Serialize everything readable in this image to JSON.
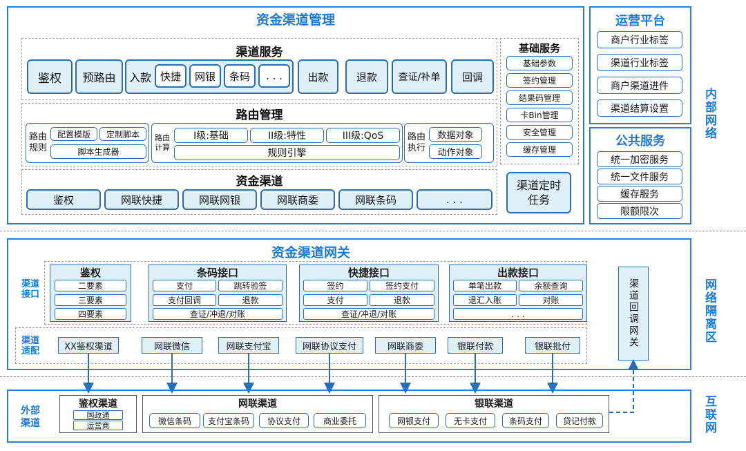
{
  "top": {
    "title": "资金渠道管理",
    "channel_service": {
      "title": "渠道服务",
      "auth": "鉴权",
      "pre_route": "预路由",
      "inbound": "入款",
      "inbound_items": [
        "快捷",
        "网银",
        "条码",
        ". . ."
      ],
      "outbound": "出款",
      "refund": "退款",
      "verify": "查证/补单",
      "callback": "回调"
    },
    "routing": {
      "title": "路由管理",
      "rule_label": "路由\n规则",
      "config_template": "配置模版",
      "custom_script": "定制脚本",
      "script_generator": "脚本生成器",
      "calc_label": "路由\n计算",
      "level1": "I级:基础",
      "level2": "II级:特性",
      "level3": "III级:QoS",
      "rule_engine": "规则引擎",
      "exec_label": "路由\n执行",
      "data_object": "数据对象",
      "action_object": "动作对象"
    },
    "fund_channel": {
      "title": "资金渠道",
      "items": [
        "鉴权",
        "网联快捷",
        "网联网银",
        "网联商委",
        "网联条码",
        ". . ."
      ]
    },
    "basic_services": {
      "title": "基础服务",
      "items": [
        "基础参数",
        "签约管理",
        "结果码管理",
        "卡Bin管理",
        "安全管理",
        "缓存管理"
      ]
    },
    "scheduled_task": "渠道定时任务"
  },
  "ops_platform": {
    "title": "运营平台",
    "items": [
      "商户行业标签",
      "渠道行业标签",
      "商户渠道进件",
      "渠道结算设置"
    ]
  },
  "public_services": {
    "title": "公共服务",
    "items": [
      "统一加密服务",
      "统一文件服务",
      "缓存服务",
      "限额限次"
    ]
  },
  "side_labels": {
    "internal": "内部网络",
    "isolation": "网络隔离区",
    "internet": "互联网"
  },
  "gateway": {
    "title": "资金渠道网关",
    "channel_interface_label": "渠道\n接口",
    "channel_adapter_label": "渠道\n适配",
    "auth": {
      "title": "鉴权",
      "items": [
        "二要素",
        "三要素",
        "四要素"
      ]
    },
    "barcode": {
      "title": "条码接口",
      "items": [
        "支付",
        "跳转验签",
        "支付回调",
        "退款",
        "查证/冲退/对账"
      ]
    },
    "quick": {
      "title": "快捷接口",
      "items": [
        "签约",
        "签约支付",
        "支付",
        "退款",
        "查证/冲退/对账"
      ]
    },
    "payout": {
      "title": "出款接口",
      "items": [
        "单笔出款",
        "余额查询",
        "退汇入账",
        "对账",
        ". . ."
      ]
    },
    "adapters": [
      "XX鉴权渠道",
      "网联微信",
      "网联支付宝",
      "网联协议支付",
      "网联商委",
      "银联付款",
      "银联批付"
    ],
    "callback_gateway": "渠道回调网关"
  },
  "external": {
    "label": "外部\n渠道",
    "auth_channel": {
      "title": "鉴权渠道",
      "items": [
        "国政通",
        "运营商"
      ]
    },
    "netunion": {
      "title": "网联渠道",
      "items": [
        "微信条码",
        "支付宝条码",
        "协议支付",
        "商业委托"
      ]
    },
    "unionpay": {
      "title": "银联渠道",
      "items": [
        "网银支付",
        "无卡支付",
        "条码支付",
        "贷记付款"
      ]
    }
  },
  "colors": {
    "accent": "#1e7ad2",
    "border": "#2a6db3",
    "fill": "#dff0f8"
  }
}
